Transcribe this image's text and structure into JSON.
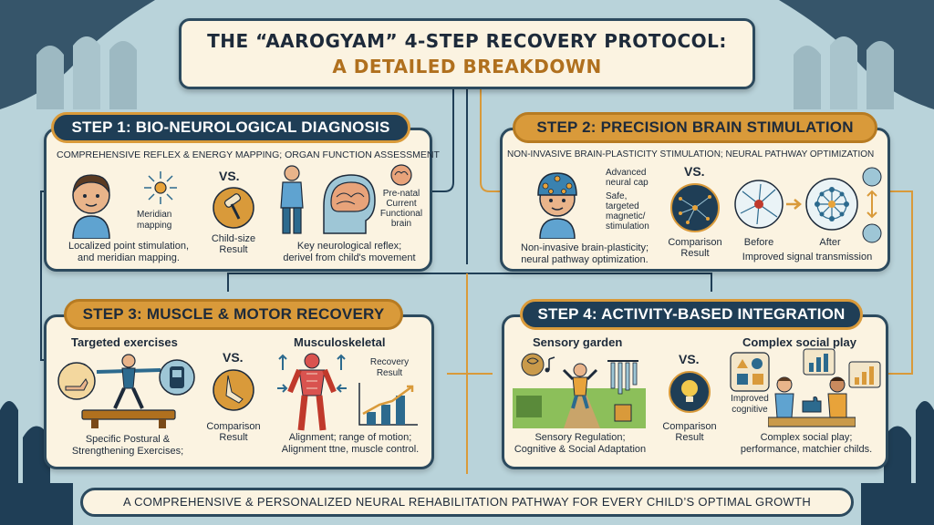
{
  "title": {
    "line1": "THE “AAROGYAM” 4-STEP RECOVERY PROTOCOL:",
    "line2": "A DETAILED BREAKDOWN"
  },
  "step1": {
    "badge": "STEP 1: BIO-NEUROLOGICAL DIAGNOSIS",
    "subtitle": "COMPREHENSIVE REFLEX & ENERGY MAPPING; ORGAN FUNCTION ASSESSMENT",
    "meridian": "Meridian\nmapping",
    "vs": "VS.",
    "prenatal": "Pre-natal\nCurrent\nFunctional\nbrain",
    "left_caption": "Localized point stimulation,\nand meridian mapping.",
    "mid_caption": "Child-size\nResult",
    "right_caption": "Key neurological reflex;\nderivel from child's movement"
  },
  "step2": {
    "badge": "STEP 2: PRECISION BRAIN STIMULATION",
    "subtitle": "NON-INVASIVE BRAIN-PLASTICITY STIMULATION; NEURAL PATHWAY OPTIMIZATION",
    "cap1": "Advanced\nneural cap",
    "cap2": "Safe,\ntargeted\nmagnetic/\nstimulation",
    "vs": "VS.",
    "left_caption": "Non-invasive brain-plasticity;\nneural pathway optimization.",
    "mid_caption": "Comparison\nResult",
    "before": "Before",
    "after": "After",
    "right_caption": "Improved signal transmission"
  },
  "step3": {
    "badge": "STEP 3: MUSCLE & MOTOR RECOVERY",
    "left_header": "Targeted exercises",
    "vs": "VS.",
    "right_header": "Musculoskeletal",
    "recovery": "Recovery\nResult",
    "left_caption": "Specific Postural &\nStrengthening Exercises;",
    "mid_caption": "Comparison\nResult",
    "right_caption": "Alignment; range of motion;\nAlignment ttne, muscle control."
  },
  "step4": {
    "badge": "STEP 4: ACTIVITY-BASED INTEGRATION",
    "left_header": "Sensory garden",
    "vs": "VS.",
    "right_header": "Complex social play",
    "improved": "Improved\ncognitive",
    "left_caption": "Sensory Regulation;\nCognitive & Social Adaptation",
    "mid_caption": "Comparison\nResult",
    "right_caption": "Complex social play;\nperformance, matchier childs."
  },
  "footer": "A COMPREHENSIVE & PERSONALIZED NEURAL REHABILITATION PATHWAY FOR EVERY CHILD’S OPTIMAL GROWTH",
  "colors": {
    "navy": "#1f3e56",
    "gold": "#d99a3a",
    "cream": "#fbf3e1",
    "background": "#b9d3da"
  }
}
